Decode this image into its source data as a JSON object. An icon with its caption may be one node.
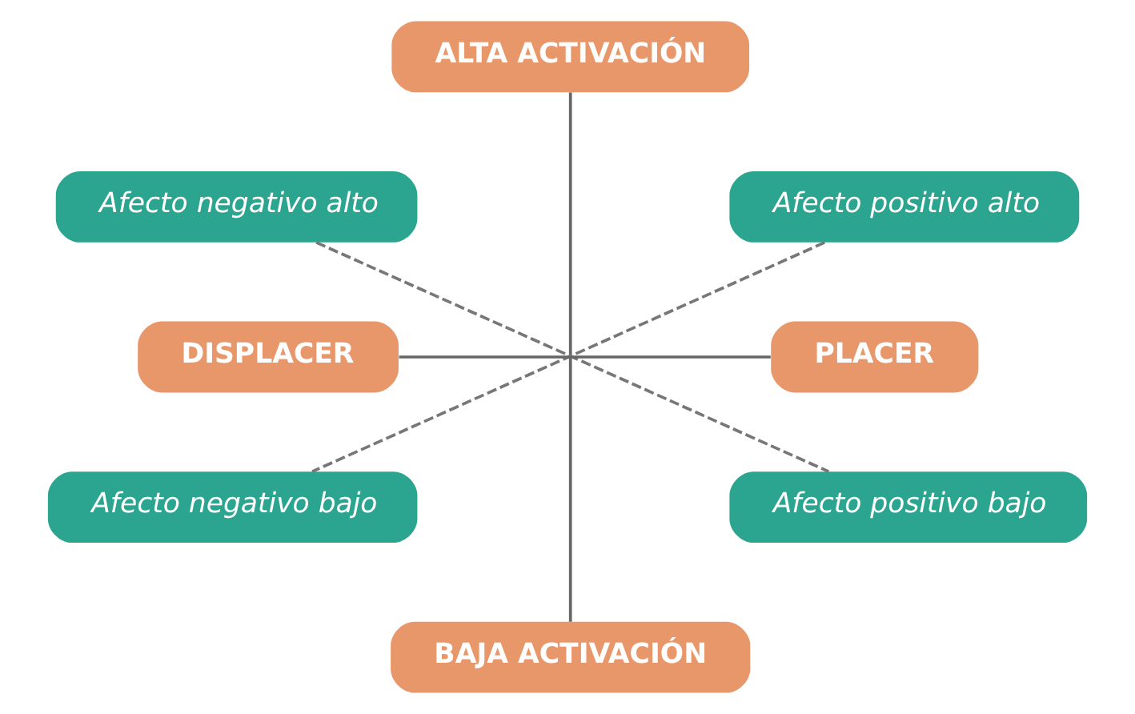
{
  "diagram": {
    "nodes": [
      {
        "text": [
          "ALTA ACTIVACIÓN"
        ]
      },
      {
        "text": [
          "Afecto negativo alto"
        ]
      },
      {
        "text": [
          "Afecto positivo alto"
        ]
      },
      {
        "text": [
          "DISPLACER"
        ]
      },
      {
        "text": [
          "PLACER"
        ]
      },
      {
        "text": [
          "Afecto negativo bajo"
        ]
      },
      {
        "text": [
          "Afecto positivo bajo"
        ]
      },
      {
        "text": [
          "BAJA ACTIVACIÓN"
        ]
      }
    ],
    "edges": [
      {
        "from": 0,
        "to": 7,
        "arrow": "none"
      },
      {
        "from": 3,
        "to": 4,
        "arrow": "none"
      },
      {
        "from": 1,
        "to": 6,
        "arrow": "none",
        "style": "dashed"
      },
      {
        "from": 2,
        "to": 5,
        "arrow": "none",
        "style": "dashed"
      }
    ]
  }
}
